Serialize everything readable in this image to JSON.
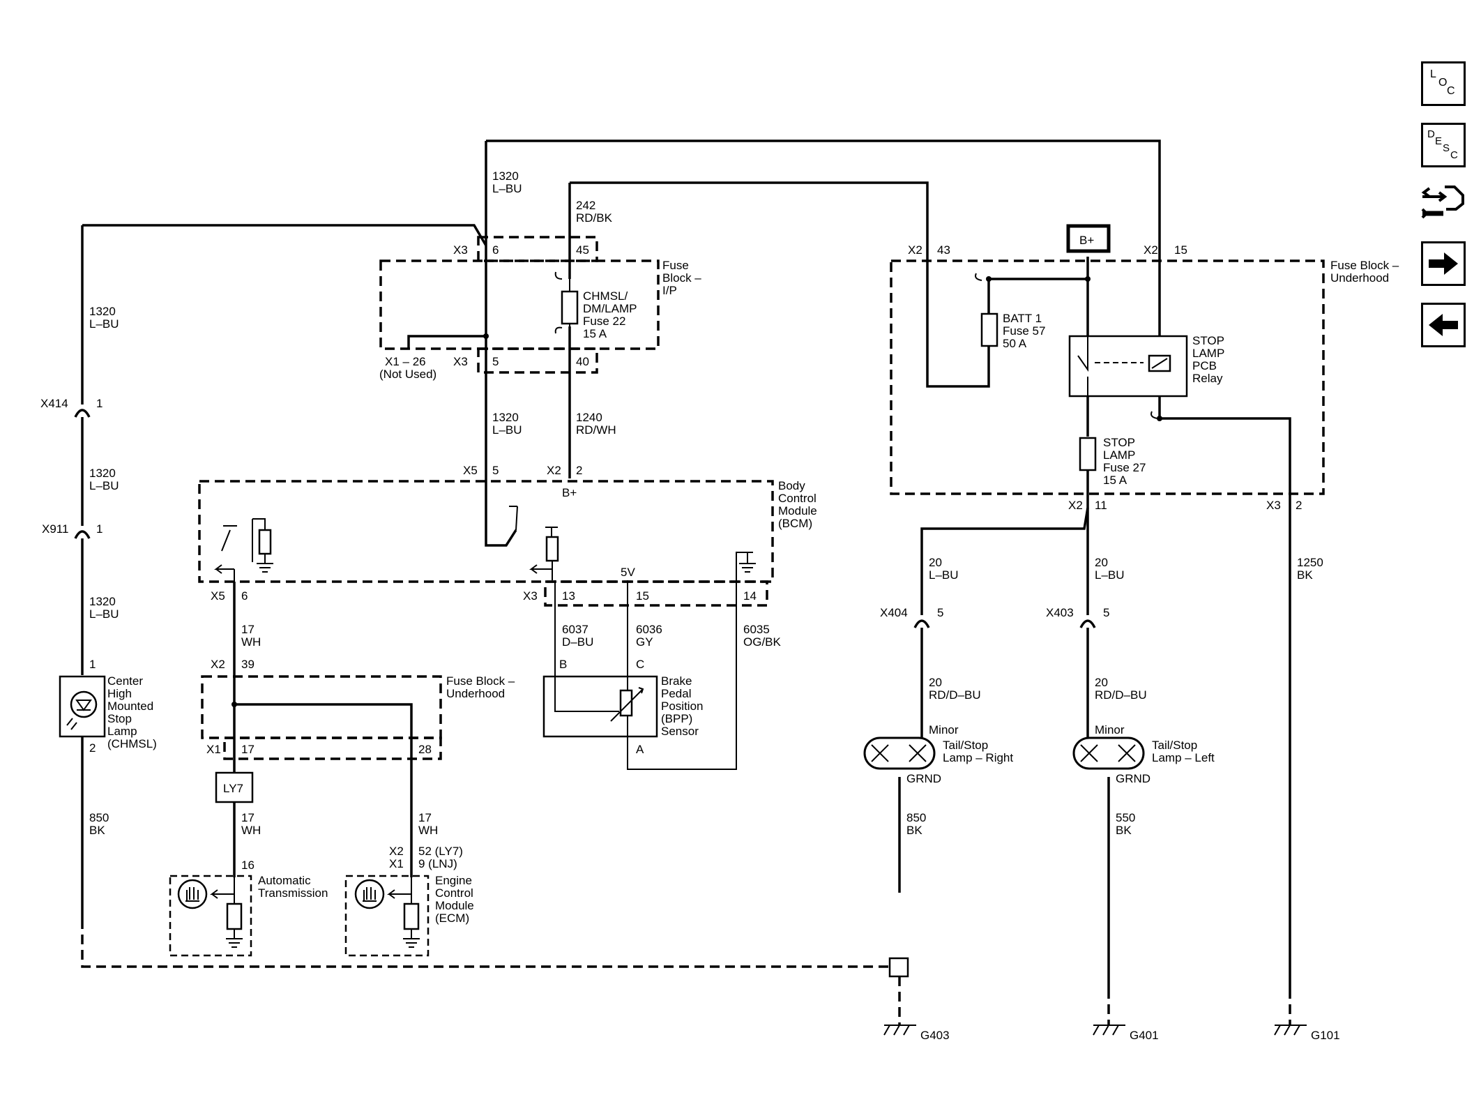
{
  "nav": {
    "loc_letters": [
      "L",
      "O",
      "C"
    ],
    "desc_letters": [
      "D",
      "E",
      "S",
      "C"
    ]
  },
  "labels": {
    "w1320_top": [
      "1320",
      "L–BU"
    ],
    "w1320_left1": [
      "1320",
      "L–BU"
    ],
    "w1320_left2": [
      "1320",
      "L–BU"
    ],
    "w1320_left3": [
      "1320",
      "L–BU"
    ],
    "w1320_mid": [
      "1320",
      "L–BU"
    ],
    "w242": [
      "242",
      "RD/BK"
    ],
    "w1240": [
      "1240",
      "RD/WH"
    ],
    "w850_left": [
      "850",
      "BK"
    ],
    "w17_a": [
      "17",
      "WH"
    ],
    "w17_b": [
      "17",
      "WH"
    ],
    "w17_c": [
      "17",
      "WH"
    ],
    "w6037": [
      "6037",
      "D–BU"
    ],
    "w6036": [
      "6036",
      "GY"
    ],
    "w6035": [
      "6035",
      "OG/BK"
    ],
    "w20_a": [
      "20",
      "L–BU"
    ],
    "w20_b": [
      "20",
      "L–BU"
    ],
    "w20_c": [
      "20",
      "RD/D–BU"
    ],
    "w20_d": [
      "20",
      "RD/D–BU"
    ],
    "w850_right": [
      "850",
      "BK"
    ],
    "w550": [
      "550",
      "BK"
    ],
    "w1250": [
      "1250",
      "BK"
    ],
    "fb_ip": [
      "Fuse",
      "Block –",
      "I/P"
    ],
    "chmsl_fuse": [
      "CHMSL/",
      "DM/LAMP",
      "Fuse 22",
      "15 A"
    ],
    "x1_26": [
      "X1 – 26",
      "(Not Used)"
    ],
    "fb_uh_top": [
      "Fuse Block –",
      "Underhood"
    ],
    "batt_fuse": [
      "BATT 1",
      "Fuse 57",
      "50 A"
    ],
    "relay": [
      "STOP",
      "LAMP",
      "PCB",
      "Relay"
    ],
    "stop_fuse": [
      "STOP",
      "LAMP",
      "Fuse 27",
      "15 A"
    ],
    "bcm": [
      "Body",
      "Control",
      "Module",
      "(BCM)"
    ],
    "chmsl_lamp": [
      "Center",
      "High",
      "Mounted",
      "Stop",
      "Lamp",
      "(CHMSL)"
    ],
    "fb_uh_low": [
      "Fuse Block –",
      "Underhood"
    ],
    "bpp": [
      "Brake",
      "Pedal",
      "Position",
      "(BPP)",
      "Sensor"
    ],
    "tail_right": [
      "Tail/Stop",
      "Lamp – Right"
    ],
    "tail_left": [
      "Tail/Stop",
      "Lamp – Left"
    ],
    "auto_trans": [
      "Automatic",
      "Transmission"
    ],
    "ecm": [
      "Engine",
      "Control",
      "Module",
      "(ECM)"
    ],
    "ecm_pins": [
      "52 (LY7)",
      "9 (LNJ)"
    ],
    "ecm_conns": [
      "X2",
      "X1"
    ]
  },
  "text": {
    "x3_a": "X3",
    "p6": "6",
    "p45": "45",
    "x3_b": "X3",
    "p5a": "5",
    "p40": "40",
    "x2_43": "X2",
    "p43": "43",
    "x2_15": "X2",
    "p15a": "15",
    "bplus_box": "B+",
    "x414": "X414",
    "p1_x414": "1",
    "x911": "X911",
    "p1_x911": "1",
    "x5_top": "X5",
    "p5_top": "5",
    "x2_bcm": "X2",
    "p2_bcm": "2",
    "bplus_bcm": "B+",
    "x2_11": "X2",
    "p11": "11",
    "x3_2": "X3",
    "p2_x3": "2",
    "x5_6": "X5",
    "p6_x5": "6",
    "x3_13": "X3",
    "p13": "13",
    "p15_bcm": "15",
    "p14": "14",
    "v5": "5V",
    "x404": "X404",
    "p5_x404": "5",
    "x403": "X403",
    "p5_x403": "5",
    "p1_chmsl": "1",
    "p2_chmsl": "2",
    "x2_39": "X2",
    "p39": "39",
    "x1_17": "X1",
    "p17": "17",
    "p28": "28",
    "ly7": "LY7",
    "pB": "B",
    "pC": "C",
    "pA": "A",
    "minor_r": "Minor",
    "grnd_r": "GRND",
    "minor_l": "Minor",
    "grnd_l": "GRND",
    "p16": "16",
    "g403": "G403",
    "g401": "G401",
    "g101": "G101"
  }
}
